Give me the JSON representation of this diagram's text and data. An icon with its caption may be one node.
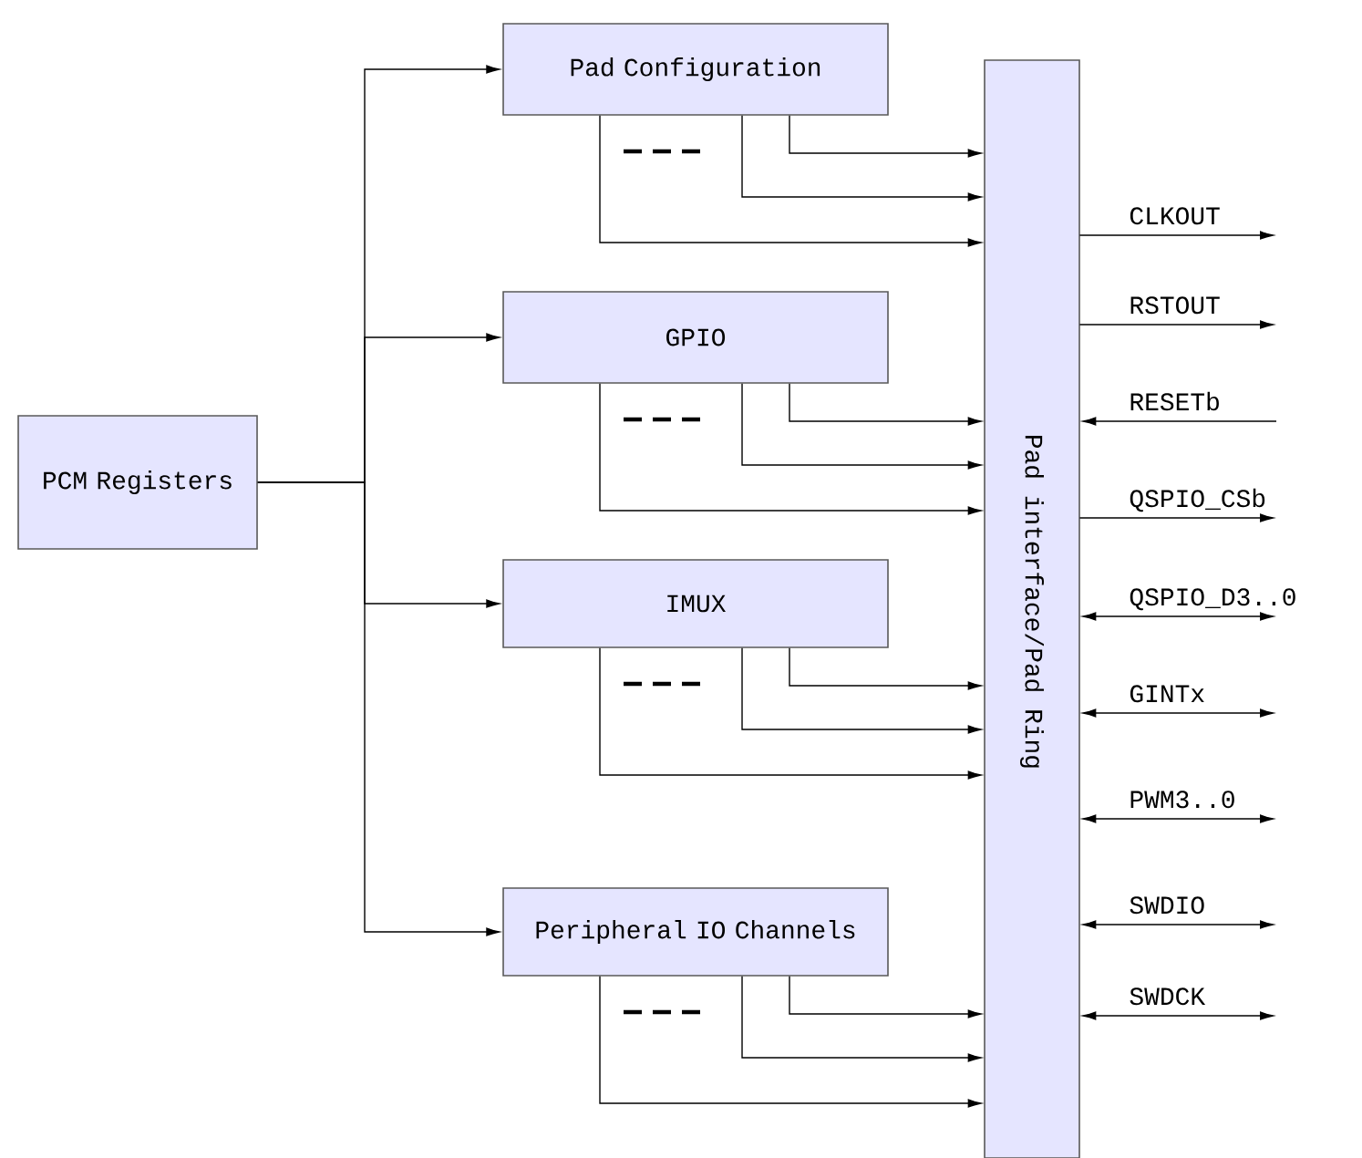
{
  "diagram": {
    "nodes": [
      {
        "text": [
          "PCM Registers"
        ]
      },
      {
        "text": [
          "Pad Configuration"
        ]
      },
      {
        "text": [
          "GPIO"
        ]
      },
      {
        "text": [
          "IMUX"
        ]
      },
      {
        "text": [
          "Peripheral IO Channels"
        ]
      },
      {
        "text": [
          "Pad interface/Pad Ring"
        ]
      }
    ],
    "edges": [
      {
        "from": 0,
        "to": 1,
        "arrow": "to"
      },
      {
        "from": 0,
        "to": 2,
        "arrow": "to"
      },
      {
        "from": 0,
        "to": 3,
        "arrow": "to"
      },
      {
        "from": 0,
        "to": 4,
        "arrow": "to"
      },
      {
        "from": 1,
        "to": 5,
        "arrow": "to"
      },
      {
        "from": 1,
        "to": 5,
        "arrow": "to"
      },
      {
        "from": 1,
        "to": 5,
        "arrow": "to"
      },
      {
        "from": 2,
        "to": 5,
        "arrow": "to"
      },
      {
        "from": 2,
        "to": 5,
        "arrow": "to"
      },
      {
        "from": 2,
        "to": 5,
        "arrow": "to"
      },
      {
        "from": 3,
        "to": 5,
        "arrow": "to"
      },
      {
        "from": 3,
        "to": 5,
        "arrow": "to"
      },
      {
        "from": 3,
        "to": 5,
        "arrow": "to"
      },
      {
        "from": 4,
        "to": 5,
        "arrow": "to"
      },
      {
        "from": 4,
        "to": 5,
        "arrow": "to"
      },
      {
        "from": 4,
        "to": 5,
        "arrow": "to"
      },
      {
        "from": 5,
        "to": null,
        "arrow": "to",
        "label": "CLKOUT"
      },
      {
        "from": 5,
        "to": null,
        "arrow": "to",
        "label": "RSTOUT"
      },
      {
        "from": null,
        "to": 5,
        "arrow": "to",
        "label": "RESETb"
      },
      {
        "from": 5,
        "to": null,
        "arrow": "to",
        "label": "QSPIO_CSb"
      },
      {
        "from": 5,
        "to": null,
        "arrow": "both",
        "label": "QSPIO_D3..0"
      },
      {
        "from": 5,
        "to": null,
        "arrow": "both",
        "label": "GINTx"
      },
      {
        "from": 5,
        "to": null,
        "arrow": "both",
        "label": "PWM3..0"
      },
      {
        "from": 5,
        "to": null,
        "arrow": "both",
        "label": "SWDIO"
      },
      {
        "from": 5,
        "to": null,
        "arrow": "both",
        "label": "SWDCK"
      }
    ]
  }
}
